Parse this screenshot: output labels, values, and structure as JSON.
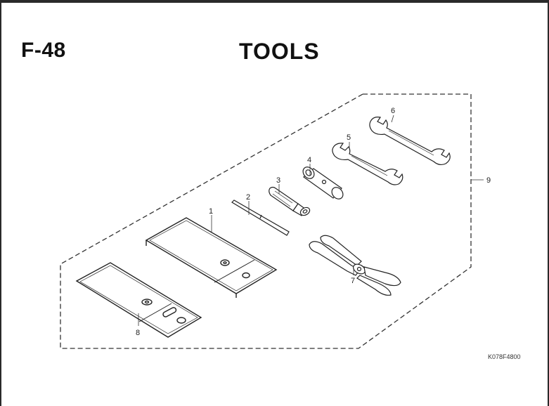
{
  "header": {
    "page_code": "F-48",
    "title": "TOOLS"
  },
  "figure_code": "K078F4800",
  "parts": [
    {
      "ref": "1",
      "part": "tool-bag"
    },
    {
      "ref": "2",
      "part": "screwdriver-bit"
    },
    {
      "ref": "3",
      "part": "screwdriver-handle"
    },
    {
      "ref": "4",
      "part": "box-wrench"
    },
    {
      "ref": "5",
      "part": "open-end-wrench-small"
    },
    {
      "ref": "6",
      "part": "open-end-wrench-large"
    },
    {
      "ref": "7",
      "part": "pliers"
    },
    {
      "ref": "8",
      "part": "tool-case"
    },
    {
      "ref": "9",
      "part": "tool-set"
    }
  ]
}
